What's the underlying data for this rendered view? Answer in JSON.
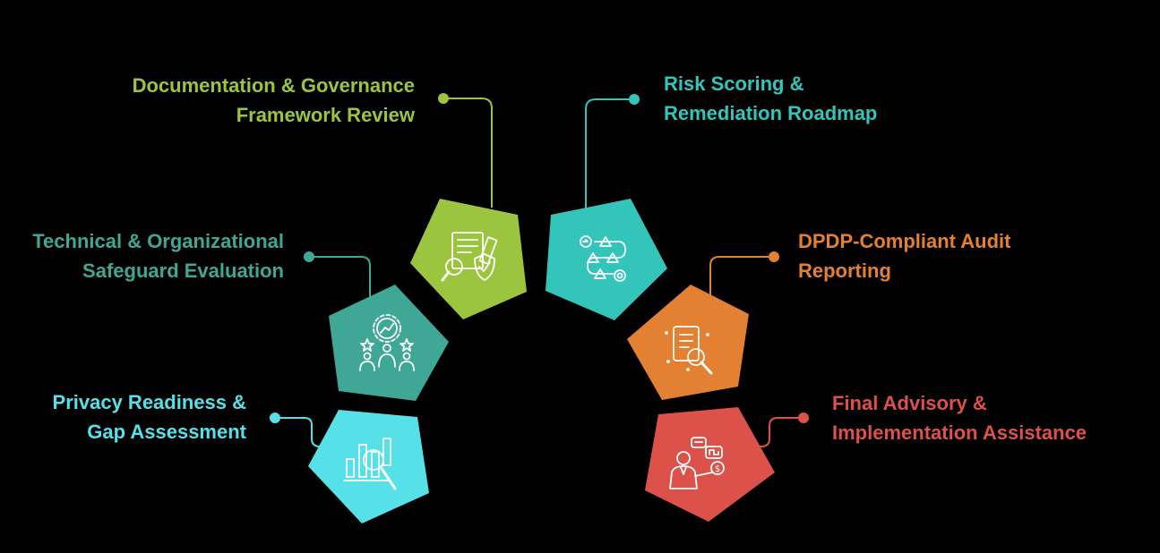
{
  "colors": {
    "background": "#000000",
    "cyan": "#56E1E8",
    "teal": "#3FA796",
    "green": "#9CC53F",
    "turquoise": "#33C4BA",
    "orange": "#E38032",
    "red": "#DC524A",
    "icon_stroke": "#FFFFFF"
  },
  "steps": [
    {
      "id": "privacy",
      "lines": [
        "Privacy Readiness &",
        "Gap Assessment"
      ],
      "color": "#56E1E8",
      "icon": "chart-magnifier-icon"
    },
    {
      "id": "technical",
      "lines": [
        "Technical & Organizational",
        "Safeguard Evaluation"
      ],
      "color": "#3FA796",
      "icon": "gear-team-icon"
    },
    {
      "id": "documentation",
      "lines": [
        "Documentation & Governance",
        "Framework Review"
      ],
      "color": "#9CC53F",
      "icon": "document-shield-icon"
    },
    {
      "id": "risk",
      "lines": [
        "Risk Scoring &",
        "Remediation Roadmap"
      ],
      "color": "#33C4BA",
      "icon": "roadmap-warning-icon"
    },
    {
      "id": "audit",
      "lines": [
        "DPDP-Compliant Audit",
        "Reporting"
      ],
      "color": "#E38032",
      "icon": "report-magnifier-icon"
    },
    {
      "id": "advisory",
      "lines": [
        "Final Advisory &",
        "Implementation Assistance"
      ],
      "color": "#DC524A",
      "icon": "advisor-icon"
    }
  ]
}
